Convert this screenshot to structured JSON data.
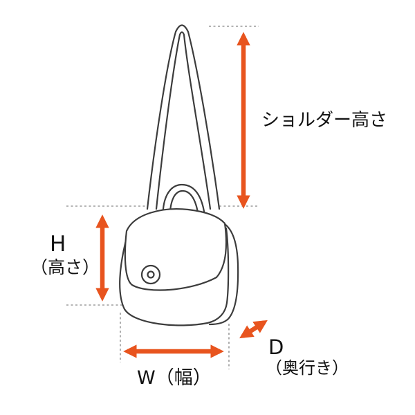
{
  "diagram": {
    "title": "bag-dimension-diagram",
    "labels": {
      "shoulder_height": "ショルダー高さ",
      "height_letter": "H",
      "height_caption": "（高さ）",
      "width": "W（幅）",
      "depth_letter": "D",
      "depth_caption": "（奥行き）"
    },
    "colors": {
      "arrow": "#e8541e",
      "line_art": "#3c3c3c",
      "guide_dots": "#9b9b9b",
      "text": "#111111"
    }
  }
}
